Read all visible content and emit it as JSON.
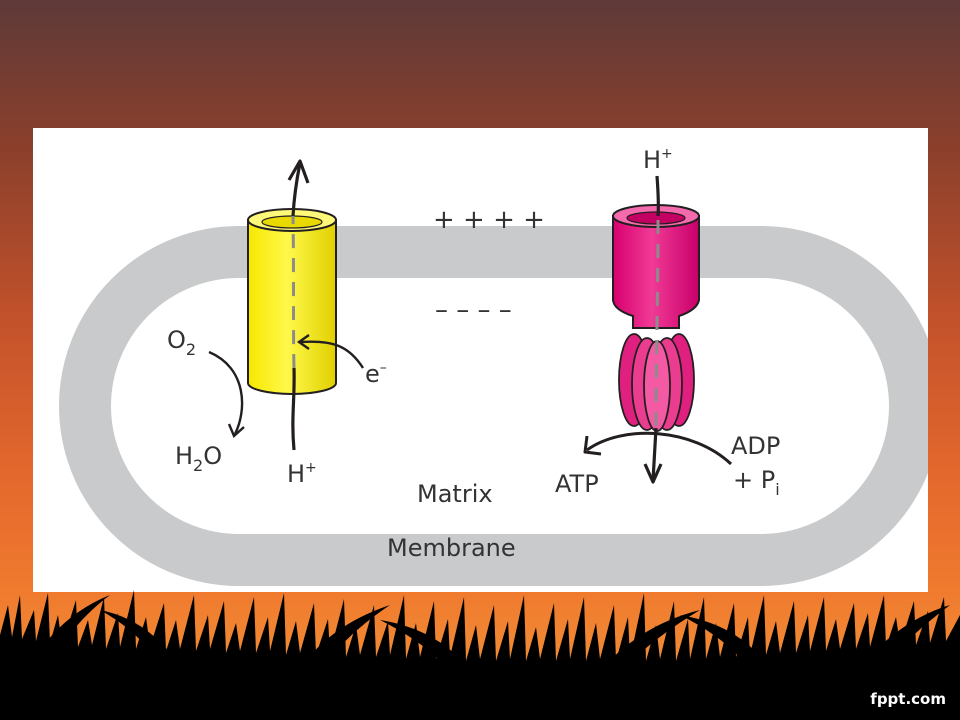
{
  "labels": {
    "plus_signs": "+ + + +",
    "minus_signs": "– – – –",
    "h_plus_top": "H",
    "h_plus_bottom": "H",
    "charge_plus": "+",
    "o2": "O",
    "o2_sub": "2",
    "e_minus": "e",
    "e_sup": "–",
    "h2o_h": "H",
    "h2o_sub": "2",
    "h2o_o": "O",
    "atp": "ATP",
    "adp": "ADP",
    "pi_prefix": "+ P",
    "pi_sub": "i",
    "matrix": "Matrix",
    "membrane": "Membrane"
  },
  "watermark": "fppt.com",
  "colors": {
    "membrane": "#c9cacb",
    "electron_transport_protein": "#fff200",
    "atp_synthase": "#e6177e",
    "arrow": "#231f20",
    "label": "#333333"
  }
}
